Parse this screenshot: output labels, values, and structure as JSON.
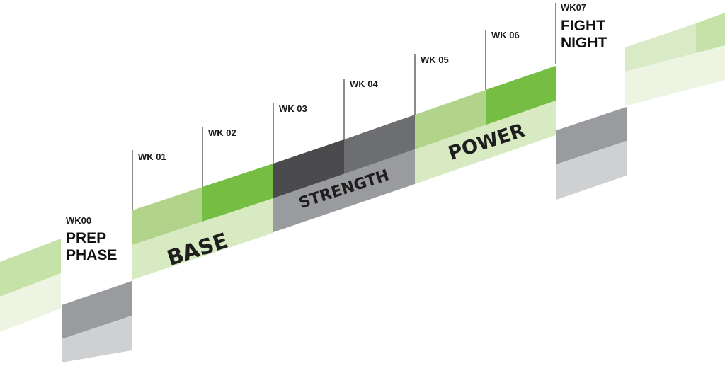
{
  "timeline": {
    "weeks": [
      {
        "id": "wk00",
        "label": "WK00"
      },
      {
        "id": "wk01",
        "label": "WK 01"
      },
      {
        "id": "wk02",
        "label": "WK 02"
      },
      {
        "id": "wk03",
        "label": "WK 03"
      },
      {
        "id": "wk04",
        "label": "WK 04"
      },
      {
        "id": "wk05",
        "label": "WK 05"
      },
      {
        "id": "wk06",
        "label": "WK 06"
      },
      {
        "id": "wk07",
        "label": "WK07"
      }
    ],
    "milestones": {
      "start": {
        "line1": "PREP",
        "line2": "PHASE"
      },
      "end": {
        "line1": "FIGHT",
        "line2": "NIGHT"
      }
    },
    "phases": [
      {
        "id": "base",
        "label": "BASE"
      },
      {
        "id": "strength",
        "label": "STRENGTH"
      },
      {
        "id": "power",
        "label": "POWER"
      }
    ]
  },
  "colors": {
    "green_light": "#b2d38a",
    "green_bright": "#76bd43",
    "green_pale": "#d7eac1",
    "green_faint": "#edf5e2",
    "gray_dark": "#4b4b4d",
    "gray_mid": "#6d6e70",
    "gray_light": "#9a9b9e",
    "gray_pale": "#cfd0d2",
    "text_dark": "#1e1e1e"
  }
}
